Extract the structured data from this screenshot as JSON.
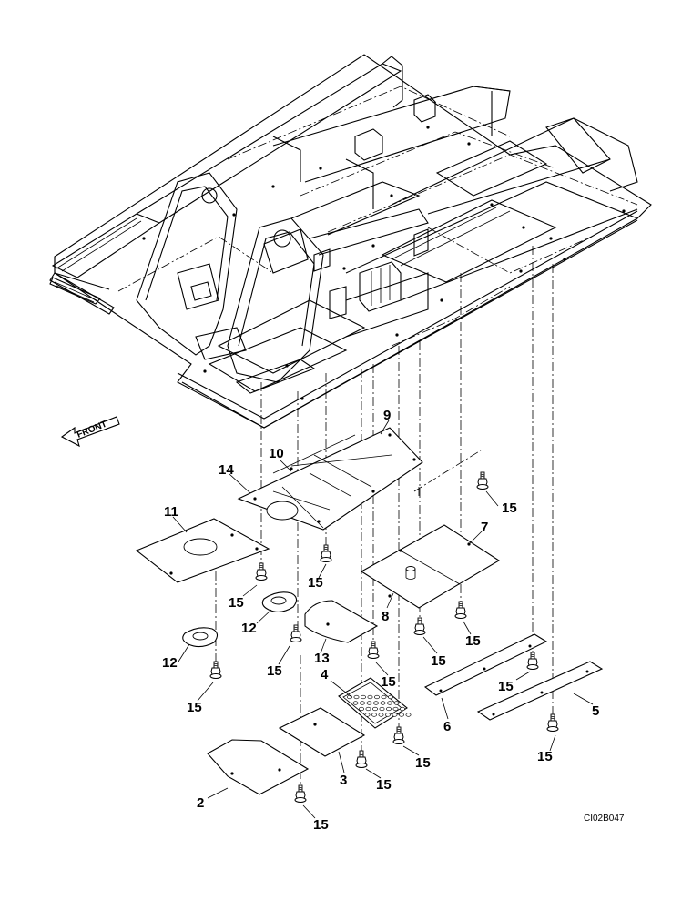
{
  "diagram": {
    "front_label": "FRONT",
    "drawing_code": "CI02B047",
    "callouts": {
      "c2": "2",
      "c3": "3",
      "c4": "4",
      "c5": "5",
      "c6": "6",
      "c7": "7",
      "c8": "8",
      "c9": "9",
      "c10": "10",
      "c11": "11",
      "c12a": "12",
      "c12b": "12",
      "c13": "13",
      "c14": "14",
      "b1": "15",
      "b2": "15",
      "b3": "15",
      "b4": "15",
      "b5": "15",
      "b6": "15",
      "b7": "15",
      "b8": "15",
      "b9": "15",
      "b10": "15",
      "b11": "15",
      "b12": "15",
      "b13": "15"
    }
  }
}
